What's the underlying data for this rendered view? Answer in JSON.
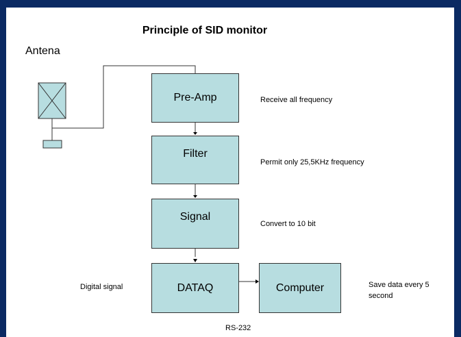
{
  "title": "Principle of SID monitor",
  "antenna_label": "Antena",
  "blocks": {
    "preamp": "Pre-Amp",
    "filter": "Filter",
    "signal": "Signal",
    "dataq": "DATAQ",
    "computer": "Computer"
  },
  "notes": {
    "preamp": "Receive all frequency",
    "filter": "Permit only  25,5KHz frequency",
    "signal": "Convert to  10 bit",
    "digital": "Digital signal",
    "computer_line1": "Save data  every 5",
    "computer_line2": "second",
    "rs232": "RS-232"
  },
  "colors": {
    "background": "#0b2a63",
    "block_fill": "#b7dde0",
    "antenna_fill": "#b7dde0"
  }
}
